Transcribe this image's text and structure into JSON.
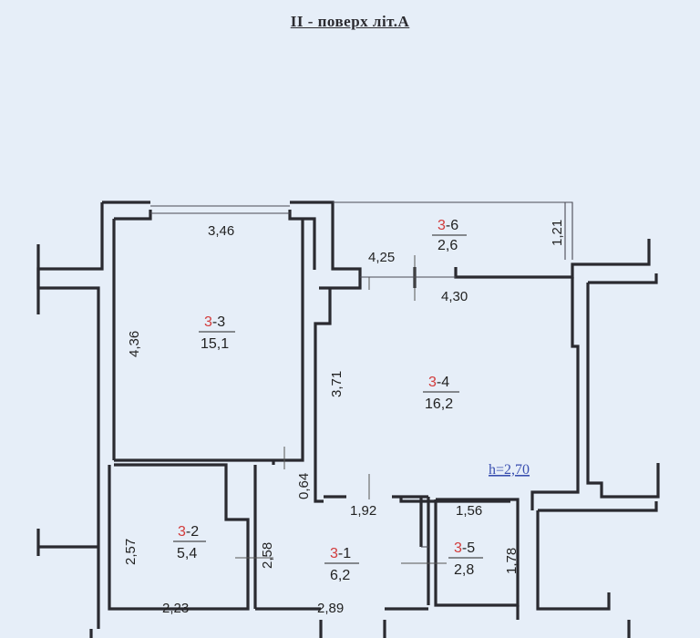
{
  "title": "II - поверх літ.А",
  "rooms": [
    {
      "num": "3",
      "sub": "-3",
      "area": "15,1"
    },
    {
      "num": "3",
      "sub": "-4",
      "area": "16,2"
    },
    {
      "num": "3",
      "sub": "-6",
      "area": "2,6"
    },
    {
      "num": "3",
      "sub": "-2",
      "area": "5,4"
    },
    {
      "num": "3",
      "sub": "-1",
      "area": "6,2"
    },
    {
      "num": "3",
      "sub": "-5",
      "area": "2,8"
    }
  ],
  "dimensions": {
    "d1": "3,46",
    "d2": "4,36",
    "d3": "4,25",
    "d4": "4,30",
    "d5": "1,21",
    "d6": "3,71",
    "d7": "0,64",
    "d8": "1,92",
    "d9": "1,56",
    "d10": "2,57",
    "d11": "2,58",
    "d12": "1,78",
    "d13": "2,23",
    "d14": "2,89"
  },
  "height_note": "h=2,70",
  "colors": {
    "wall": "#2a2a30",
    "room_number": "#d23b3b",
    "height_note": "#3a4fb0",
    "paper": "#e6eef8"
  }
}
